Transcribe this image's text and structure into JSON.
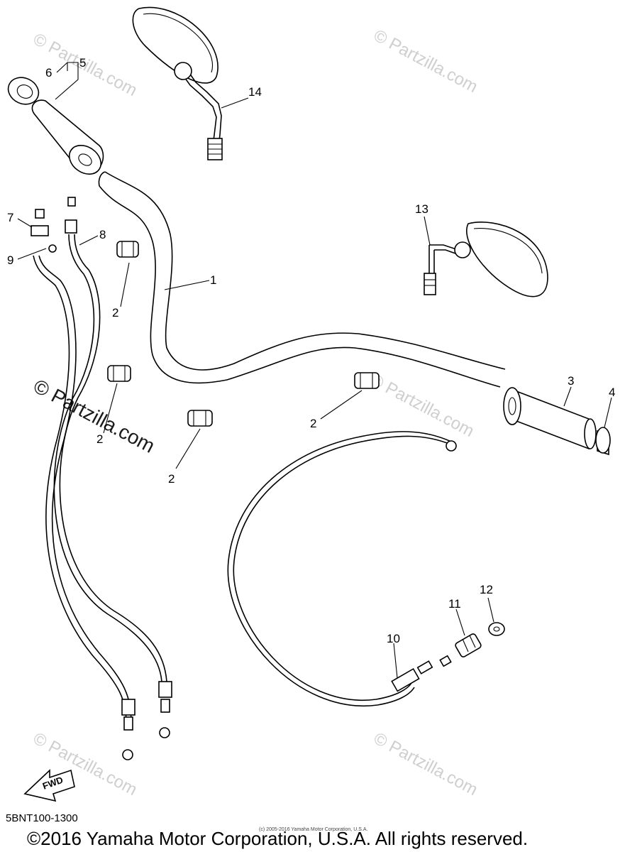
{
  "diagram": {
    "callouts": [
      {
        "id": "c1",
        "text": "1"
      },
      {
        "id": "c2a",
        "text": "2"
      },
      {
        "id": "c2b",
        "text": "2"
      },
      {
        "id": "c2c",
        "text": "2"
      },
      {
        "id": "c2d",
        "text": "2"
      },
      {
        "id": "c3",
        "text": "3"
      },
      {
        "id": "c4",
        "text": "4"
      },
      {
        "id": "c5",
        "text": "5"
      },
      {
        "id": "c6",
        "text": "6"
      },
      {
        "id": "c7",
        "text": "7"
      },
      {
        "id": "c8",
        "text": "8"
      },
      {
        "id": "c9",
        "text": "9"
      },
      {
        "id": "c10",
        "text": "10"
      },
      {
        "id": "c11",
        "text": "11"
      },
      {
        "id": "c12",
        "text": "12"
      },
      {
        "id": "c13",
        "text": "13"
      },
      {
        "id": "c14",
        "text": "14"
      }
    ],
    "watermark": "© Partzilla.com",
    "fwd_label": "FWD",
    "diagram_code": "5BNT100-1300",
    "copyright": "©2016 Yamaha Motor Corporation, U.S.A. All rights reserved.",
    "small_copyright": "(c) 2005-2016 Yamaha Motor Corporation, U.S.A."
  }
}
